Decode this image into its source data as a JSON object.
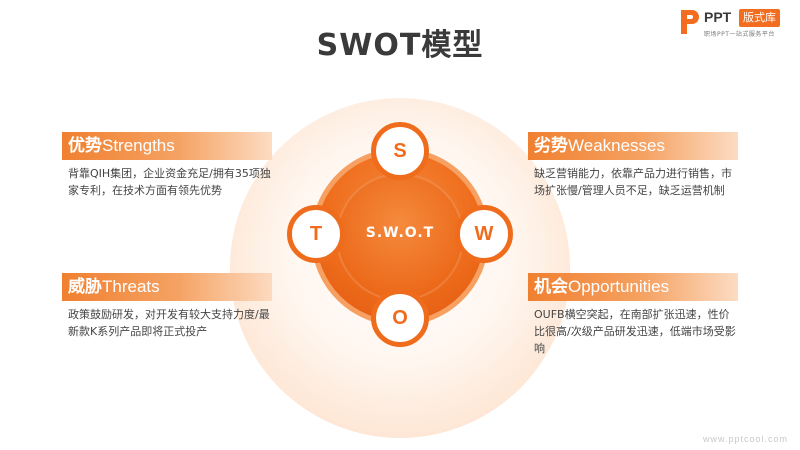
{
  "title": "SWOT模型",
  "logo": {
    "ppt": "PPT",
    "badge": "版式库",
    "tagline": "职场PPT一站式服务平台"
  },
  "center": {
    "label": "S.W.O.T"
  },
  "nodes": {
    "s": "S",
    "w": "W",
    "o": "O",
    "t": "T"
  },
  "quadrants": {
    "strengths": {
      "zh": "优势",
      "en": "Strengths",
      "text": "背靠QIH集团，企业资金充足/拥有35项独家专利，在技术方面有领先优势"
    },
    "weaknesses": {
      "zh": "劣势",
      "en": "Weaknesses",
      "text": "缺乏营销能力，依靠产品力进行销售，市场扩张慢/管理人员不足，缺乏运营机制"
    },
    "threats": {
      "zh": "威胁",
      "en": "Threats",
      "text": "政策鼓励研发，对开发有较大支持力度/最新款K系列产品即将正式投产"
    },
    "opportunities": {
      "zh": "机会",
      "en": "Opportunities",
      "text": "OUFB横空突起，在南部扩张迅速，性价比很高/次级产品研发迅速，低端市场受影响"
    }
  },
  "watermark": "www.pptcool.com",
  "colors": {
    "accent": "#ef6c1d",
    "title": "#3a3a3a",
    "body_text": "#444444"
  },
  "icons": {
    "logo_mark": "ppt-logo-icon"
  }
}
